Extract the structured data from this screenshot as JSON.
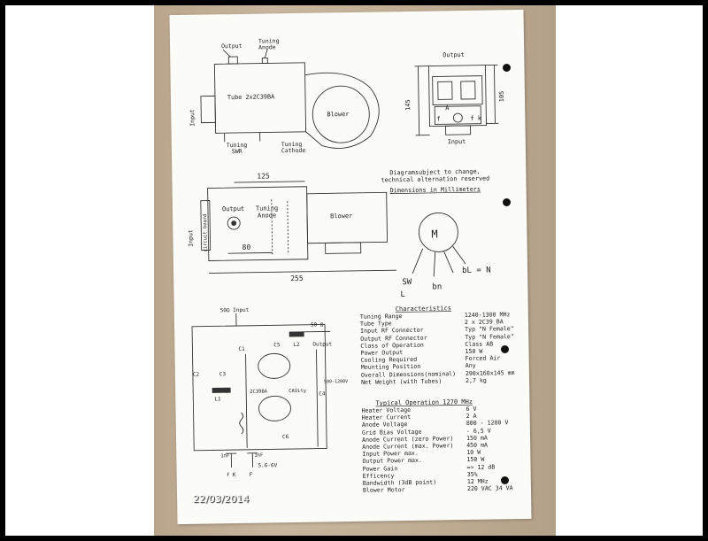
{
  "date_stamp": "22/03/2014",
  "top_view": {
    "output": "Output",
    "tuning_anode": "Tuning\nAnode",
    "tube": "Tube 2x2C39BA",
    "blower": "Blower",
    "input": "Input",
    "tuning_swr": "Tuning\nSWR",
    "tuning_cathode": "Tuning\nCathode"
  },
  "side_view": {
    "output": "Output",
    "dim_145": "145",
    "dim_105": "105",
    "a": "A",
    "f": "f",
    "fk": "f k",
    "input": "Input"
  },
  "plan_view": {
    "dim_125": "125",
    "output": "Output",
    "tuning_anode": "Tuning\nAnode",
    "blower": "Blower",
    "input": "Input",
    "circuit_board": "circuit board",
    "dim_80": "80",
    "dim_255": "255"
  },
  "notes": {
    "line1": "Diagramsubject to change,",
    "line2": "technical alternation reserved",
    "line3": "Dimensions in Millimeters"
  },
  "motor_sketch": {
    "m": "M",
    "sw": "SW",
    "l": "L",
    "bn": "bn",
    "bl_n": "bL = N"
  },
  "schematic": {
    "input": "50Ω Input",
    "output_ohm": "50 Ω",
    "output": "Output",
    "c1": "C1",
    "c2": "C2",
    "c3": "C3",
    "c4": "C4",
    "c5": "C5",
    "c6": "C6",
    "l1": "L1",
    "l2": "L2",
    "tube": "2C39BA",
    "cavity": "CAVity",
    "hv": "500-1200V",
    "nf1": "1nF",
    "nf2": "1nF",
    "heater": "5.6-6V",
    "fk": "f K",
    "f": "F"
  },
  "characteristics": {
    "title": "Characteristics",
    "rows": [
      {
        "label": "Tuning Range",
        "value": "1240-1300 MHz"
      },
      {
        "label": "Tube Type",
        "value": "2 x 2C39 BA"
      },
      {
        "label": "Input RF Connector",
        "value": "Typ \"N Female\""
      },
      {
        "label": "Output RF Connector",
        "value": "Typ \"N Female\""
      },
      {
        "label": "Class of Operation",
        "value": "Class AB"
      },
      {
        "label": "Power Output",
        "value": "150 W"
      },
      {
        "label": "Cooling Required",
        "value": "Forced Air"
      },
      {
        "label": "Mounting Position",
        "value": "Any"
      },
      {
        "label": "Overall Dimensions(nominal)",
        "value": "290x160x145 mm"
      },
      {
        "label": "Net Weight (with Tubes)",
        "value": "2,7 kg"
      }
    ]
  },
  "typical_operation": {
    "title": "Typical Operation 1270 MHz",
    "rows": [
      {
        "label": "Heater Voltage",
        "value": "6 V"
      },
      {
        "label": "Heater Current",
        "value": "2 A"
      },
      {
        "label": "Anode Voltage",
        "value": "800 - 1200 V"
      },
      {
        "label": "Grid Bias Voltage",
        "value": "- 6,5 V"
      },
      {
        "label": "Anode Current (zero Power)",
        "value": "150 mA"
      },
      {
        "label": "Anode Current (max. Power)",
        "value": "450 mA"
      },
      {
        "label": "Input Power max.",
        "value": "10 W"
      },
      {
        "label": "Output Power max.",
        "value": "150 W"
      },
      {
        "label": "Power Gain",
        "value": "=> 12 dB"
      },
      {
        "label": "Efficency",
        "value": "35%"
      },
      {
        "label": "Bandwidth (3dB point)",
        "value": "12  MHz"
      },
      {
        "label": "Blower Motor",
        "value": "220 VAC 34 VA"
      }
    ]
  }
}
